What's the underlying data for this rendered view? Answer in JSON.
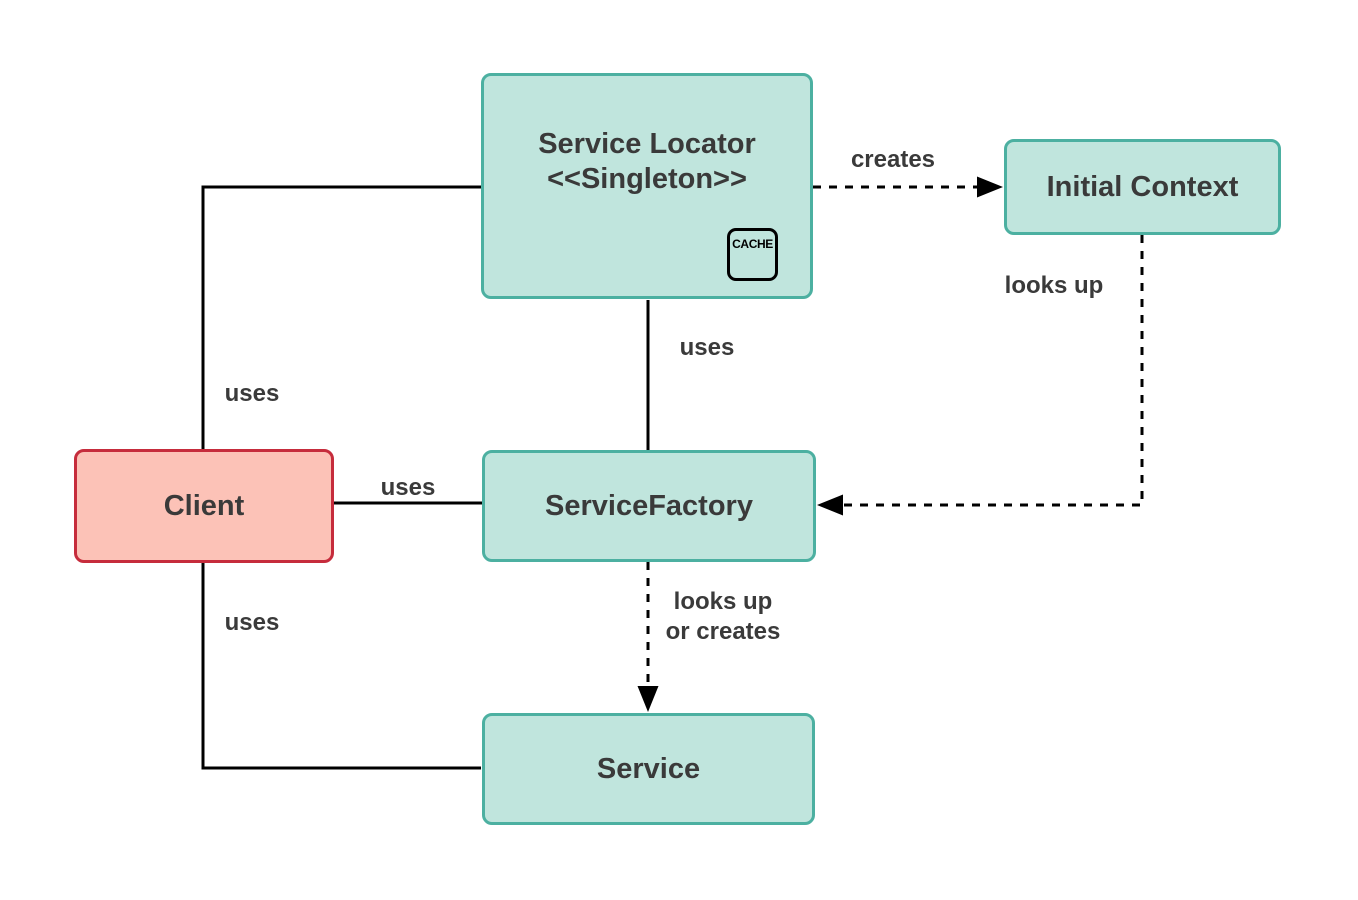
{
  "diagram": {
    "title_hint": "Service Locator pattern diagram",
    "nodes": {
      "service_locator": {
        "title": "Service Locator",
        "stereotype": "<<Singleton>>"
      },
      "cache": {
        "label": "CACHE"
      },
      "initial_context": {
        "title": "Initial Context"
      },
      "client": {
        "title": "Client"
      },
      "service_factory": {
        "title": "ServiceFactory"
      },
      "service": {
        "title": "Service"
      }
    },
    "edges": [
      {
        "name": "client-to-service-locator",
        "label": "uses",
        "line": "solid",
        "arrowhead": "none"
      },
      {
        "name": "service-locator-to-service-factory",
        "label": "uses",
        "line": "solid",
        "arrowhead": "none"
      },
      {
        "name": "client-to-service-factory",
        "label": "uses",
        "line": "solid",
        "arrowhead": "none"
      },
      {
        "name": "client-to-service",
        "label": "uses",
        "line": "solid",
        "arrowhead": "none"
      },
      {
        "name": "service-locator-to-initial-context",
        "label": "creates",
        "line": "dashed",
        "arrowhead": "filled-triangle"
      },
      {
        "name": "initial-context-to-service-factory",
        "label": "looks up",
        "line": "dashed",
        "arrowhead": "filled-triangle"
      },
      {
        "name": "service-factory-to-service",
        "label_line1": "looks up",
        "label_line2": "or creates",
        "line": "dashed",
        "arrowhead": "filled-triangle"
      }
    ],
    "colors": {
      "teal_fill": "#c0e5dd",
      "teal_border": "#4cb0a1",
      "red_fill": "#fcc2b7",
      "red_border": "#c62c3c",
      "text": "#3a3a3a",
      "connector": "#000000"
    }
  }
}
